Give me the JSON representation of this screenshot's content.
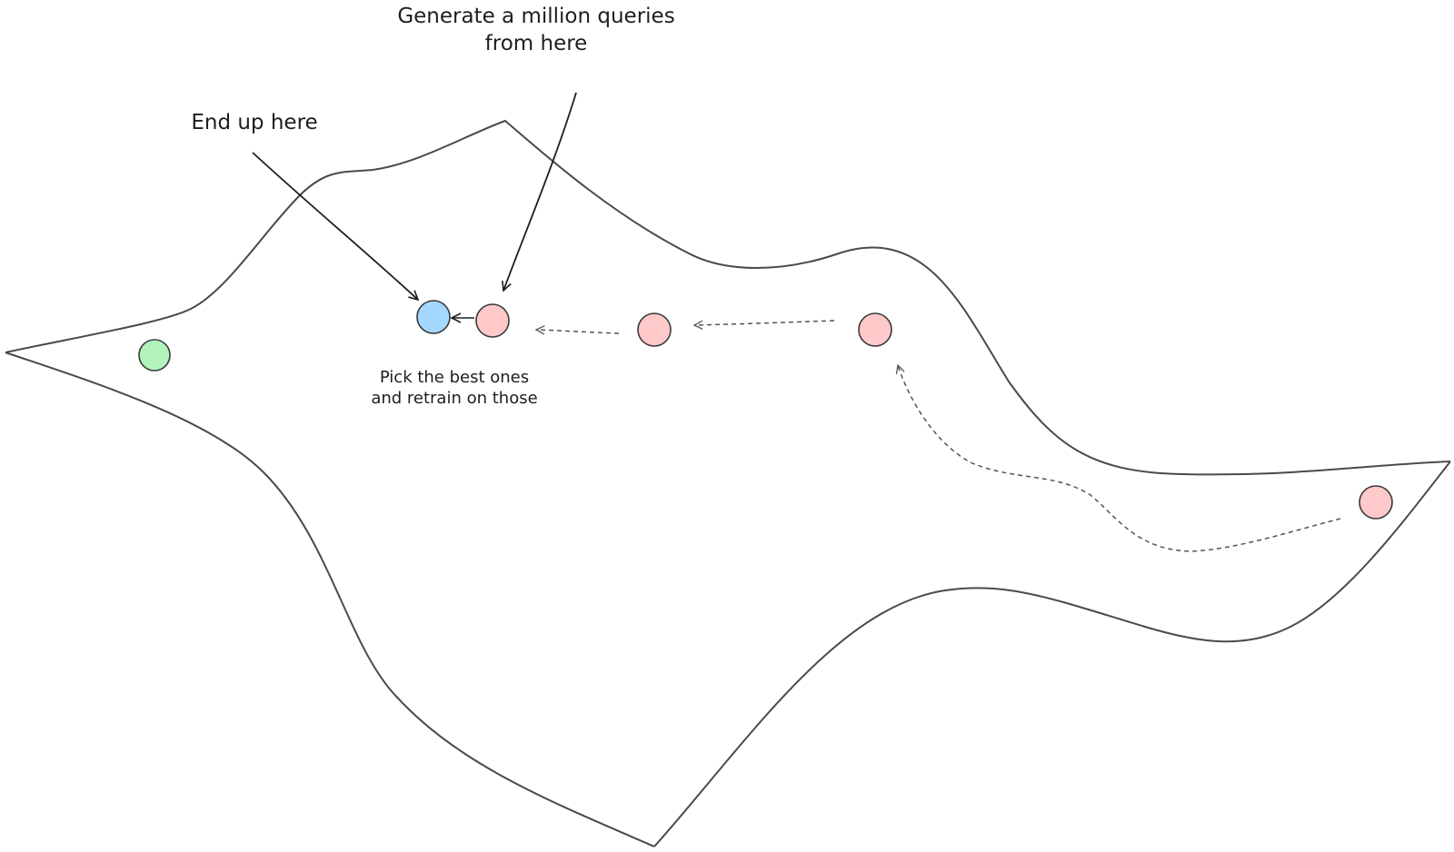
{
  "annotations": {
    "generate": "Generate a million queries\nfrom here",
    "end_up": "End up here",
    "pick": "Pick the best ones\nand retrain on those"
  },
  "colors": {
    "outline": "#4a4a4a",
    "ink": "#1e1e1e",
    "dashed": "#555555",
    "point_pink_fill": "#ffc9c9",
    "point_pink_stroke": "#3a3a3a",
    "point_blue_fill": "#a5d8ff",
    "point_green_fill": "#b2f2bb"
  },
  "points": {
    "green": "green-point",
    "blue": "blue-point",
    "pink": [
      "pink-point-1",
      "pink-point-2",
      "pink-point-3",
      "pink-point-4"
    ]
  }
}
